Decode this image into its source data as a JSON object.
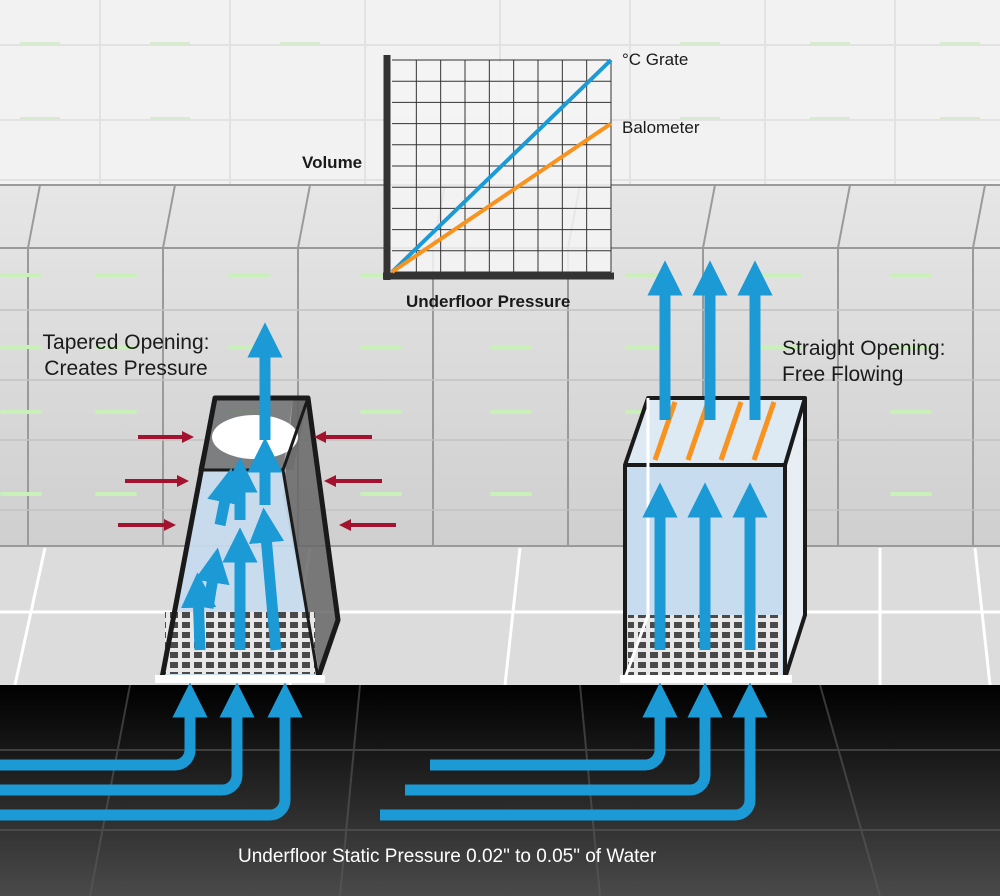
{
  "chart_data": {
    "type": "line",
    "xlabel": "Underfloor Pressure",
    "ylabel": "Volume",
    "grid": true,
    "series": [
      {
        "name": "°C Grate",
        "x": [
          0,
          1
        ],
        "y": [
          0,
          1.0
        ],
        "color": "#1b9ad6"
      },
      {
        "name": "Balometer",
        "x": [
          0,
          1
        ],
        "y": [
          0,
          0.7
        ],
        "color": "#f7931e"
      }
    ]
  },
  "left_tile": {
    "caption_line1": "Tapered Opening:",
    "caption_line2": "Creates Pressure"
  },
  "right_tile": {
    "caption_line1": "Straight Opening:",
    "caption_line2": "Free Flowing"
  },
  "footer": {
    "caption": "Underfloor Static Pressure 0.02\" to 0.05\" of Water"
  },
  "colors": {
    "airflow": "#1b9ad6",
    "pressure_arrow": "#a3122e",
    "damper_vanes": "#f7931e",
    "rack_led": "#c9f0b8"
  }
}
